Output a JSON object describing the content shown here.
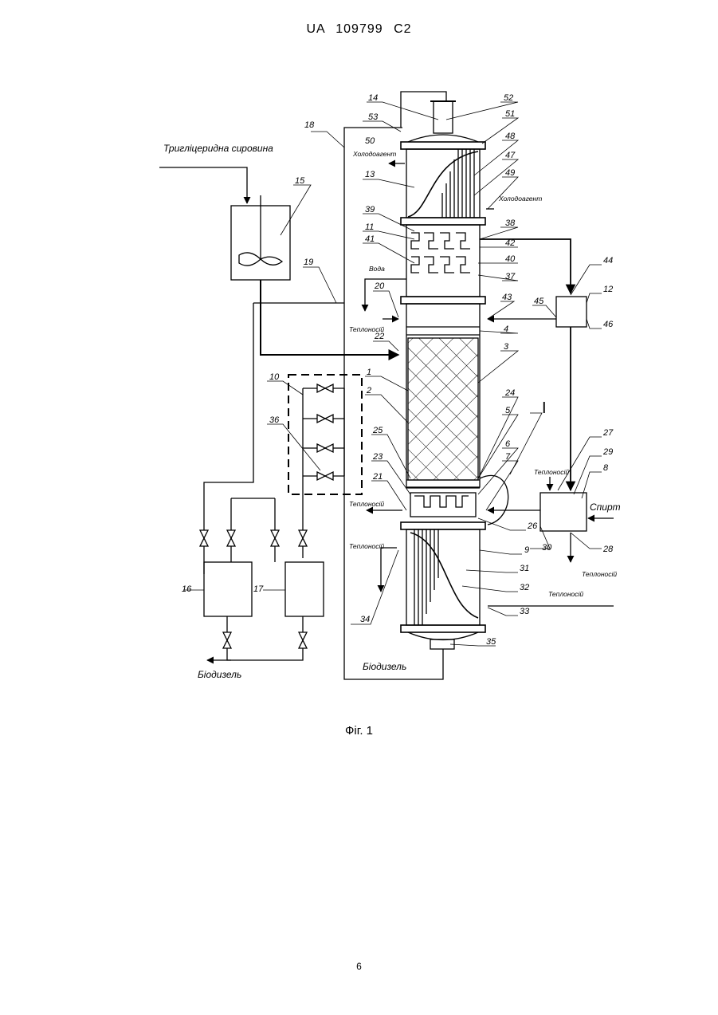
{
  "header": {
    "patent_id": "UA   109799   C2"
  },
  "figure": {
    "caption": "Фіг. 1",
    "labels": {
      "feedstock": "Тригліцеридна сировина",
      "refrigerant_out": "Холодоагент",
      "refrigerant_in": "Холодоагент",
      "water": "Вода",
      "coolant_20": "Теплоносій",
      "coolant_21": "Теплоносій",
      "coolant_34": "Теплоносій",
      "coolant_27": "Теплоносій",
      "coolant_28": "Теплоносій",
      "coolant_33": "Теплоносій",
      "alcohol": "Спирт",
      "biodiesel_left": "Біодизель",
      "biodiesel_center": "Біодизель",
      "detail_mark": "I"
    },
    "callouts": [
      "14",
      "52",
      "53",
      "51",
      "18",
      "50",
      "48",
      "47",
      "13",
      "49",
      "15",
      "39",
      "38",
      "11",
      "42",
      "41",
      "40",
      "44",
      "19",
      "37",
      "12",
      "20",
      "43",
      "45",
      "22",
      "46",
      "4",
      "3",
      "10",
      "1",
      "2",
      "24",
      "5",
      "36",
      "25",
      "6",
      "23",
      "7",
      "27",
      "29",
      "21",
      "8",
      "26",
      "30",
      "9",
      "28",
      "31",
      "16",
      "17",
      "32",
      "33",
      "34",
      "35"
    ]
  },
  "page": {
    "number": "6"
  }
}
